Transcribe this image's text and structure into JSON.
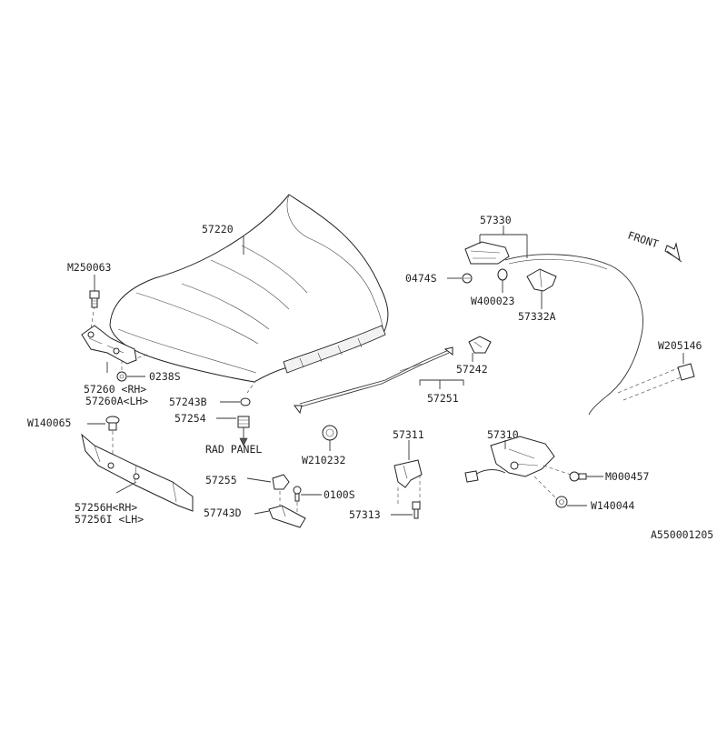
{
  "diagram": {
    "code": "A550001205",
    "direction_label": "FRONT",
    "rad_panel_label": "RAD PANEL"
  },
  "labels": {
    "p57220": "57220",
    "pM250063": "M250063",
    "p57260": "57260 <RH>",
    "p57260A": "57260A<LH>",
    "p0238S": "0238S",
    "p57243B": "57243B",
    "p57254": "57254",
    "pW140065": "W140065",
    "p57256H": "57256H<RH>",
    "p57256I": "57256I <LH>",
    "p57255": "57255",
    "p0100S": "0100S",
    "p57743D": "57743D",
    "pW210232": "W210232",
    "p57311": "57311",
    "p57313": "57313",
    "p57251": "57251",
    "p57242": "57242",
    "p57330": "57330",
    "p0474S": "0474S",
    "pW400023": "W400023",
    "p57332A": "57332A",
    "pW205146": "W205146",
    "p57310": "57310",
    "pM000457": "M000457",
    "pW140044": "W140044"
  }
}
